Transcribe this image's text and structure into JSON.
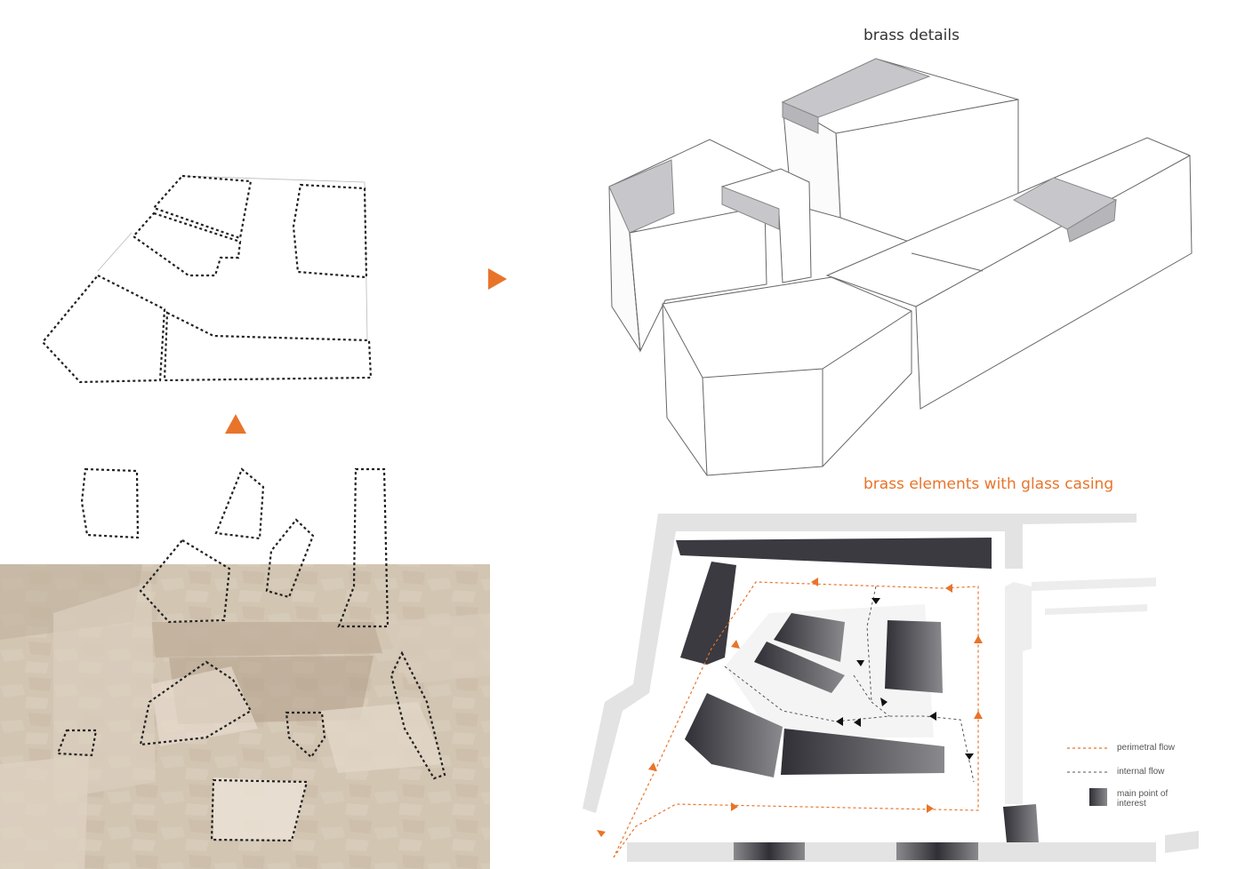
{
  "titles": {
    "brass_details": "brass details",
    "brass_glass": "brass elements with glass casing"
  },
  "legend": {
    "perimetral": "perimetral flow",
    "internal": "internal flow",
    "main_point_line1": "main point of",
    "main_point_line2": "interest"
  },
  "colors": {
    "accent": "#e8742a",
    "photo_tint": "#cbbfa8",
    "dark_volume": "#3a3a40",
    "wall_gray": "#e3e3e3",
    "brass_gray": "#c7c7cb"
  }
}
